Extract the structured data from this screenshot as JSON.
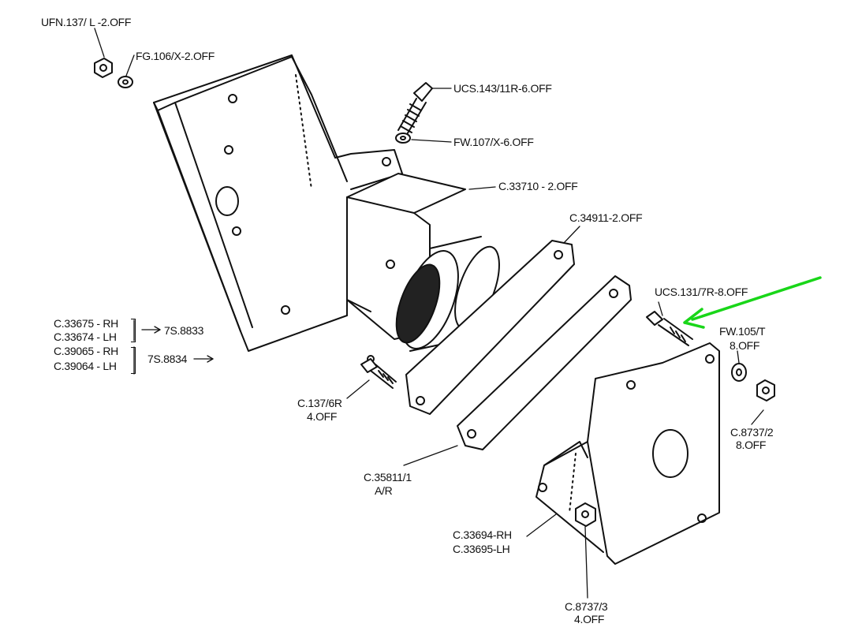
{
  "labels": {
    "ufn137": "UFN.137/ L -2.OFF",
    "fg106": "FG.106/X-2.OFF",
    "ucs143": "UCS.143/11R-6.OFF",
    "fw107": "FW.107/X-6.OFF",
    "c33710": "C.33710 - 2.OFF",
    "c34911": "C.34911-2.OFF",
    "ucs131": "UCS.131/7R-8.OFF",
    "fw105_a": "FW.105/T",
    "fw105_b": "8.OFF",
    "c33675": "C.33675 - RH",
    "c33674": "C.33674 - LH",
    "ref_7s8833": "7S.8833",
    "c39065": "C.39065 - RH",
    "c39064": "C.39064 - LH",
    "ref_7s8834": "7S.8834",
    "c137_a": "C.137/6R",
    "c137_b": "4.OFF",
    "c8737_2_a": "C.8737/2",
    "c8737_2_b": "8.OFF",
    "c35811_a": "C.35811/1",
    "c35811_b": "A/R",
    "c33694": "C.33694-RH",
    "c33695": "C.33695-LH",
    "c8737_3_a": "C.8737/3",
    "c8737_3_b": "4.OFF"
  },
  "colors": {
    "line": "#111111",
    "highlight_arrow": "#19d619",
    "background": "#ffffff"
  }
}
